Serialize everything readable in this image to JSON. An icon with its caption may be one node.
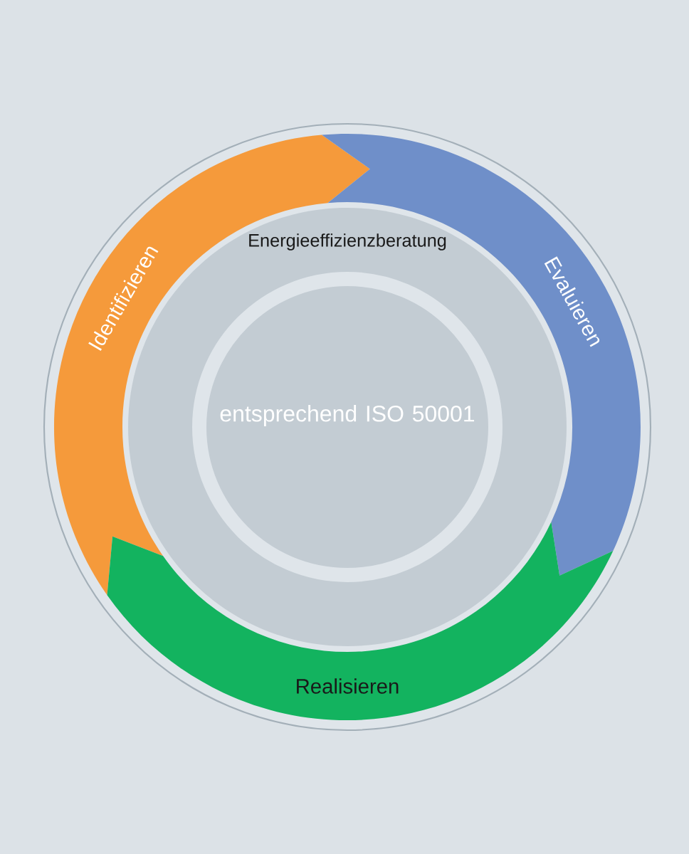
{
  "diagram": {
    "nodes": [
      {
        "text": [
          "Identifizieren"
        ]
      },
      {
        "text": [
          "Evaluieren"
        ]
      },
      {
        "text": [
          "Realisieren"
        ]
      },
      {
        "text": [
          "Energieeffizienzberatung"
        ]
      },
      {
        "text": [
          "entsprechend ISO 50001"
        ],
        "in": 3
      }
    ]
  }
}
